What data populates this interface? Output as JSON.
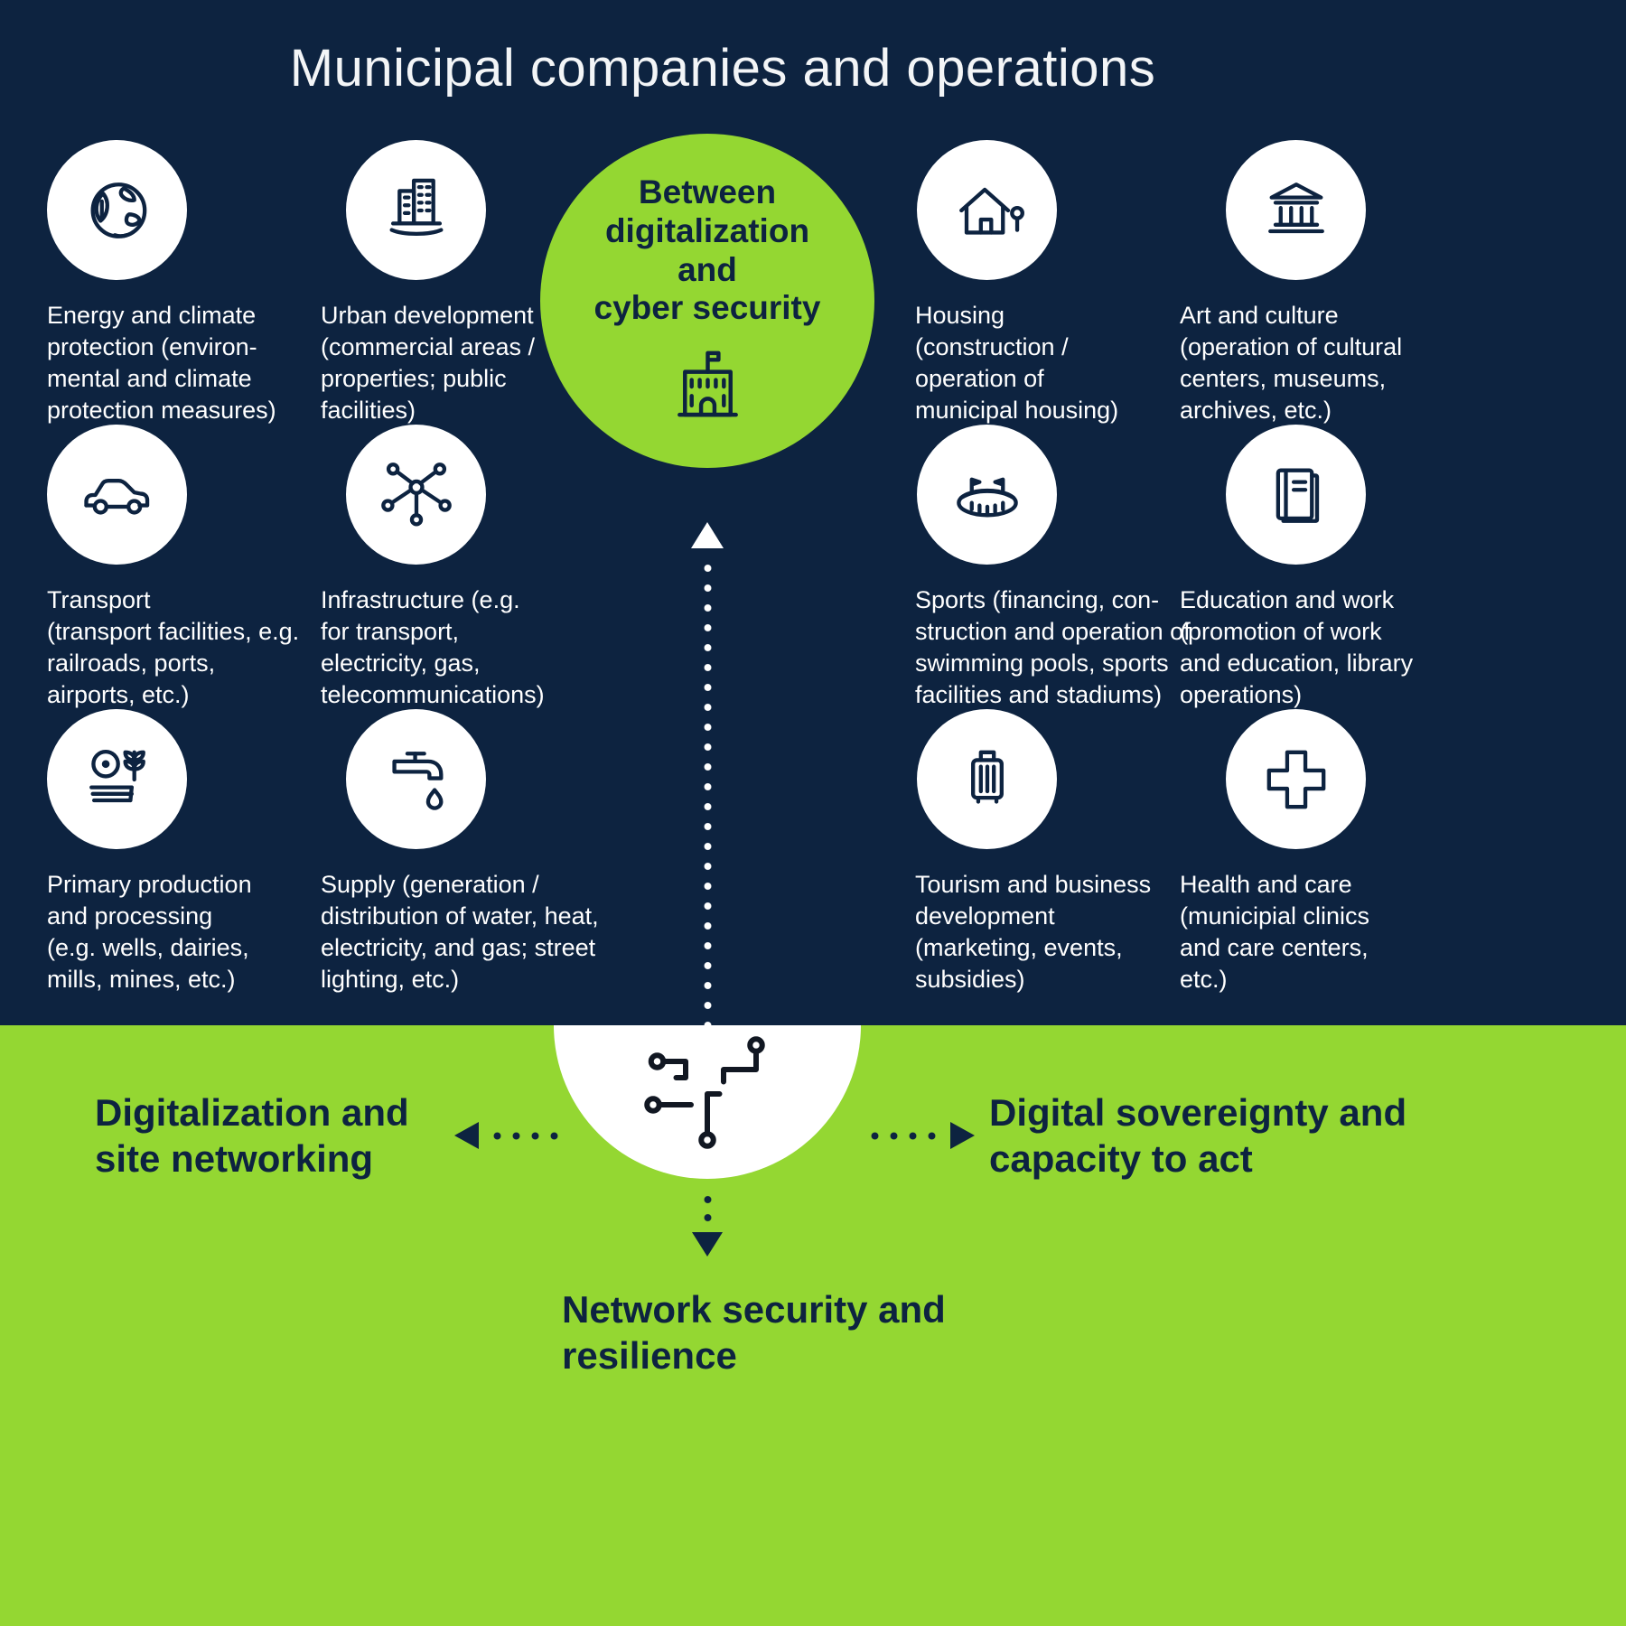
{
  "title": "Municipal companies and operations",
  "colors": {
    "navy": "#0D2340",
    "green": "#94D732",
    "white": "#FFFFFF"
  },
  "center_bubble": {
    "label": "Between\ndigitalization\nand\ncyber security",
    "icon": "town-hall-icon"
  },
  "categories": [
    {
      "id": "energy-climate",
      "icon": "globe-leaf-icon",
      "label": "Energy and climate\nprotection (environ-\nmental and climate\nprotection measures)"
    },
    {
      "id": "urban-development",
      "icon": "city-buildings-icon",
      "label": "Urban development\n(commercial areas /\nproperties; public\nfacilities)"
    },
    {
      "id": "housing",
      "icon": "house-icon",
      "label": "Housing\n(construction /\noperation of\nmunicipal housing)"
    },
    {
      "id": "art-culture",
      "icon": "museum-icon",
      "label": "Art and culture\n(operation of cultural\ncenters, museums,\narchives, etc.)"
    },
    {
      "id": "transport",
      "icon": "car-icon",
      "label": "Transport\n(transport facilities, e.g.\nrailroads, ports,\nairports, etc.)"
    },
    {
      "id": "infrastructure",
      "icon": "network-nodes-icon",
      "label": "Infrastructure (e.g.\nfor transport,\nelectricity, gas,\ntelecommunications)"
    },
    {
      "id": "sports",
      "icon": "stadium-icon",
      "label": "Sports (financing, con-\nstruction and operation of\nswimming pools, sports\nfacilities and stadiums)"
    },
    {
      "id": "education-work",
      "icon": "book-icon",
      "label": "Education and work\n(promotion of work\nand education, library\noperations)"
    },
    {
      "id": "primary-production",
      "icon": "millstone-grain-icon",
      "label": "Primary production\nand processing\n(e.g. wells, dairies,\nmills, mines, etc.)"
    },
    {
      "id": "supply",
      "icon": "faucet-icon",
      "label": "Supply (generation /\ndistribution of water, heat,\nelectricity, and gas; street\nlighting, etc.)"
    },
    {
      "id": "tourism-business",
      "icon": "suitcase-icon",
      "label": "Tourism and business\ndevelopment\n(marketing, events,\nsubsidies)"
    },
    {
      "id": "health-care",
      "icon": "medical-cross-icon",
      "label": "Health and care\n(municipial clinics\nand care centers,\netc.)"
    }
  ],
  "bottom_section": {
    "hub_icon": "circuit-icon",
    "left_label": "Digitalization and\nsite networking",
    "right_label": "Digital sovereignty and\ncapacity to act",
    "bottom_label": "Network security and\nresilience"
  }
}
